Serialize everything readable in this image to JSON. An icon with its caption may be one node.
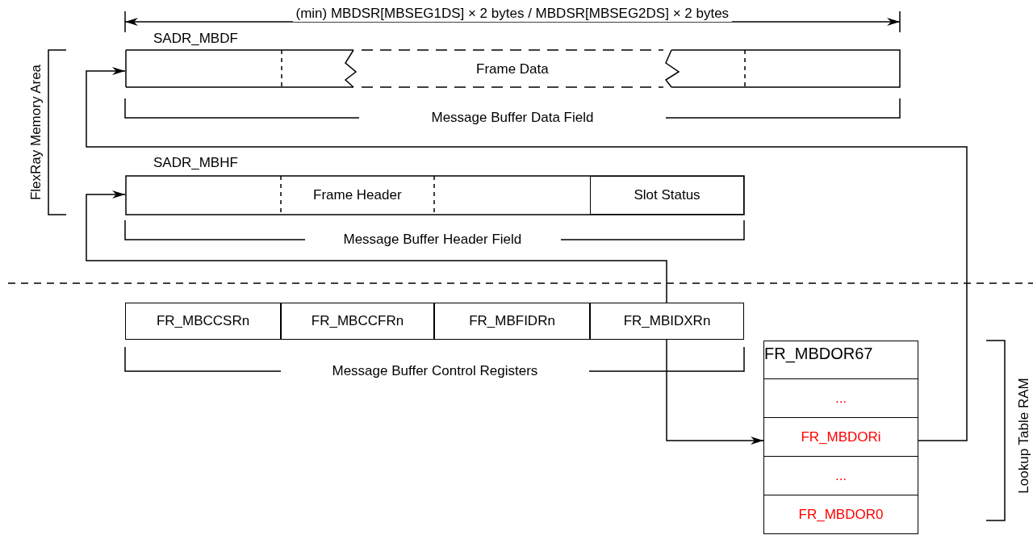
{
  "diagram": {
    "nodes": [
      {
        "text": [
          "SADR_MBDF",
          "Frame Data"
        ]
      },
      {
        "text": [
          "SADR_MBHF",
          "Frame Header"
        ]
      },
      {
        "text": [
          "Slot Status"
        ],
        "in": 1
      },
      {
        "text": [
          "FR_MBCCSRn"
        ]
      },
      {
        "text": [
          "FR_MBCCFRn"
        ]
      },
      {
        "text": [
          "FR_MBFIDRn"
        ]
      },
      {
        "text": [
          "FR_MBIDXRn"
        ]
      },
      {
        "text": [
          "FR_MBDOR67"
        ]
      },
      {
        "text": [
          "..."
        ]
      },
      {
        "text": [
          "FR_MBDORi"
        ]
      },
      {
        "text": [
          "..."
        ]
      },
      {
        "text": [
          "FR_MBDOR0"
        ]
      }
    ],
    "edges": [
      {
        "from": 9,
        "to": 0,
        "arrow": "to"
      },
      {
        "from": 6,
        "to": 1,
        "arrow": "to"
      },
      {
        "from": 6,
        "to": 9,
        "arrow": "to"
      }
    ],
    "labels": [
      "(min) MBDSR[MBSEG1DS] × 2 bytes / MBDSR[MBSEG2DS] × 2 bytes",
      "FlexRay Memory Area",
      "Message Buffer Data Field",
      "Message Buffer Header Field",
      "Message Buffer Control Registers",
      "Lookup Table RAM"
    ]
  }
}
